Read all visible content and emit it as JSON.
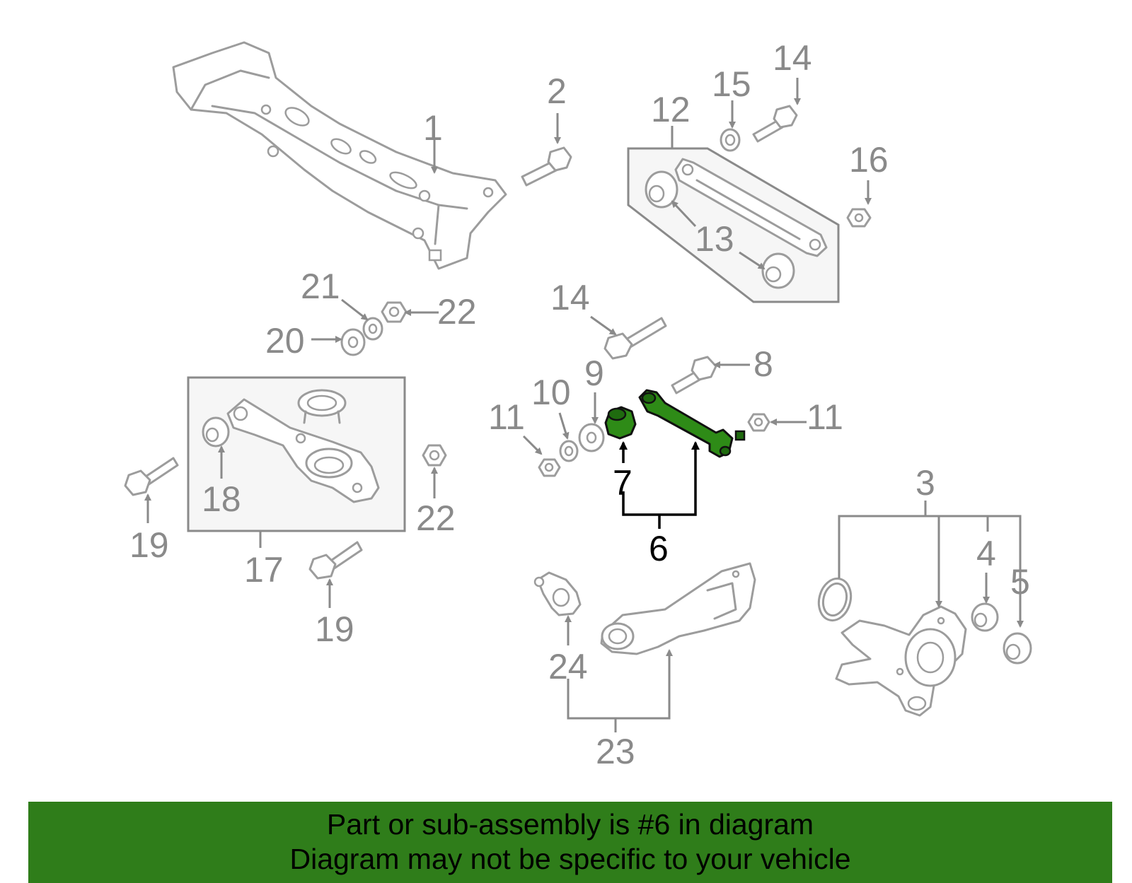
{
  "colors": {
    "highlight": "#2e8b17",
    "banner": "#2f7d1a",
    "part_outline": "#9c9c9c",
    "callout_text": "#8a8a8a"
  },
  "highlighted_callouts": [
    "6",
    "7"
  ],
  "callouts": {
    "c1": "1",
    "c2": "2",
    "c3": "3",
    "c4": "4",
    "c5": "5",
    "c6": "6",
    "c7": "7",
    "c8": "8",
    "c9": "9",
    "c10": "10",
    "c11a": "11",
    "c11b": "11",
    "c12": "12",
    "c13": "13",
    "c14a": "14",
    "c14b": "14",
    "c15": "15",
    "c16": "16",
    "c17": "17",
    "c18": "18",
    "c19a": "19",
    "c19b": "19",
    "c20": "20",
    "c21": "21",
    "c22a": "22",
    "c22b": "22",
    "c23": "23",
    "c24": "24"
  },
  "banner": {
    "line1": "Part or sub-assembly is #6 in diagram",
    "line2": "Diagram may not be specific to your vehicle"
  }
}
